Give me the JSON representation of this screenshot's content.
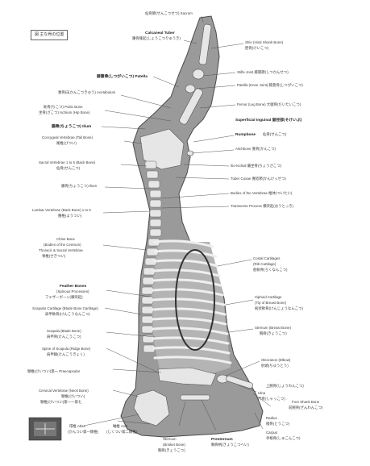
{
  "title": "図 主な骨の位置",
  "colors": {
    "carcass": "#9a9a9a",
    "carcass_light": "#bdbdbd",
    "bone": "#e6e6e6",
    "outline": "#4a4a4a",
    "ellipse": "#333333"
  },
  "labels": {
    "top_1": "仙骨節(せんこつせつ) Sacrum",
    "top_2": "Calcaneal Tuber",
    "top_2b": "踵骨隆起(しょうこつりゅうき)",
    "top_3": "膝蓋骨(しつがいこつ) Patella",
    "l_4": "寛骨臼(かんこつきゅう) Acetabulum",
    "l_5": "恥骨(ちこつ) Pubic Bone",
    "l_6": "坐骨(ざこつ) Ischium (Hip Bone)",
    "l_7": "腸骨(ちょうこつ) Ilium",
    "l_8": "Coccygeal Vertebrae (Tail Bone)",
    "l_8b": "尾椎(びつい)",
    "l_9": "Sacral Vertebrae 1 to 5 (Back Bone)",
    "l_9b": "仙骨(せんこつ)",
    "l_10": "腸骨(ちょうこつ) Ilium",
    "l_11": "Lumbar Vertebrae (Back Bone) 1 to 6",
    "l_11b": "腰椎(ようつい)",
    "l_12": "Chine Bone",
    "l_12b": "(Bodies of the Centrum)",
    "l_12c": "Thoracic & Sacral Vertebrae",
    "l_12d": "脊椎(せきつい)",
    "l_13": "Feather Bones",
    "l_13b": "(Spinous Processes)",
    "l_13c": "フェザーボーン(棘突起)",
    "l_14": "Scapular Cartilage (Blade Bone Cartilage)",
    "l_14b": "肩甲軟骨(けんこうなんこつ)",
    "l_15": "Scapula (Blade Bone)",
    "l_15b": "肩甲骨(けんこうこつ)",
    "l_16": "Spine of Scapula (Ridge Bone)",
    "l_16b": "肩甲棘(けんこうきょく)",
    "l_17": "頸椎(けいつい)第一 Praecapsular",
    "l_18": "Cervical Vertebrae (Neck Bone)",
    "l_18b": "頸椎(けいつい)",
    "l_18c": "頸椎(けいつい)第一〜第七",
    "b_19": "環椎 Atlas",
    "b_19b": "(かんつい第一頸椎)",
    "b_20": "軸椎 Axis",
    "b_20b": "(じくつい第二頸椎)",
    "b_21": "Sternum",
    "b_21b": "(Brisket Bone)",
    "b_21c": "胸骨(きょうこつ)",
    "b_22": "Presternum",
    "b_22b": "胸骨柄(きょうこつへい)",
    "r_1": "Shin (Hind Shank Bone)",
    "r_1b": "脛骨(けいこつ)",
    "r_2": "Stifle Joint 膝関節(しつかんせつ)",
    "r_3": "Patella (Knee Joint) 膝蓋骨(しつがいこつ)",
    "r_4": "Femur (Leg Bone) 大腿骨(だいたいこつ)",
    "r_5": "Superficial Inguinal 鼠径部(そけいぶ)",
    "r_6": "Rumpbone",
    "r_6b": "仙骨(せんこつ)",
    "r_7": "Aitchbone 寛骨(かんこつ)",
    "r_8": "Ilio-Ischial 腸坐骨(ちょうざこつ)",
    "r_9": "Tuber Coxae 寛結節(かんけっせつ)",
    "r_10": "Bodies of the Vertebrae 椎体(ついたい)",
    "r_11": "Transverse Process 横突起(おうとっき)",
    "r_12": "Costal Cartilages",
    "r_12b": "(Rib Cartilage)",
    "r_12c": "肋軟骨(ろくなんこつ)",
    "r_13": "Xiphoid Cartilage",
    "r_13b": "(Tip of Breast Bone)",
    "r_13c": "剣状軟骨(けんじょうなんこつ)",
    "r_14": "Sternum (Breast Bone)",
    "r_14b": "胸骨(きょうこつ)",
    "r_15": "Olecranon (Elbow)",
    "r_15b": "肘頭(ちゅうとう)",
    "r_16": "上腕骨(じょうわんこつ)",
    "r_17": "Ulna",
    "r_17b": "尺骨(しゃっこつ)",
    "r_18": "Fore Shank Bone",
    "r_18b": "前腕骨(ぜんわんこつ)",
    "r_19": "Radius",
    "r_19b": "橈骨(とうこつ)",
    "r_20": "Carpus",
    "r_20b": "手根骨(しゅこんこつ)"
  }
}
